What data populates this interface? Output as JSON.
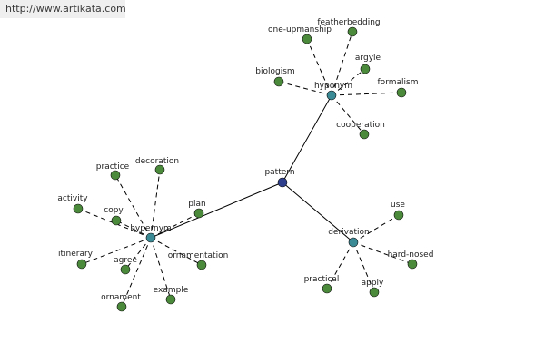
{
  "watermark": "http://www.artikata.com",
  "colors": {
    "center": "#2c3e8c",
    "hub": "#3a8a96",
    "leaf": "#4a8a3a"
  },
  "diagram": {
    "center": {
      "id": "pattern",
      "label": "pattern"
    },
    "hubs": [
      {
        "id": "hyponym",
        "label": "hyponym",
        "leaves": [
          "one-upmanship",
          "featherbedding",
          "argyle",
          "biologism",
          "formalism",
          "cooperation"
        ]
      },
      {
        "id": "hypernym",
        "label": "hypernym",
        "leaves": [
          "practice",
          "decoration",
          "activity",
          "copy",
          "plan",
          "itinerary",
          "agree",
          "ornamentation",
          "ornament",
          "example"
        ]
      },
      {
        "id": "derivation",
        "label": "derivation",
        "leaves": [
          "use",
          "hard-nosed",
          "practical",
          "apply"
        ]
      }
    ]
  }
}
